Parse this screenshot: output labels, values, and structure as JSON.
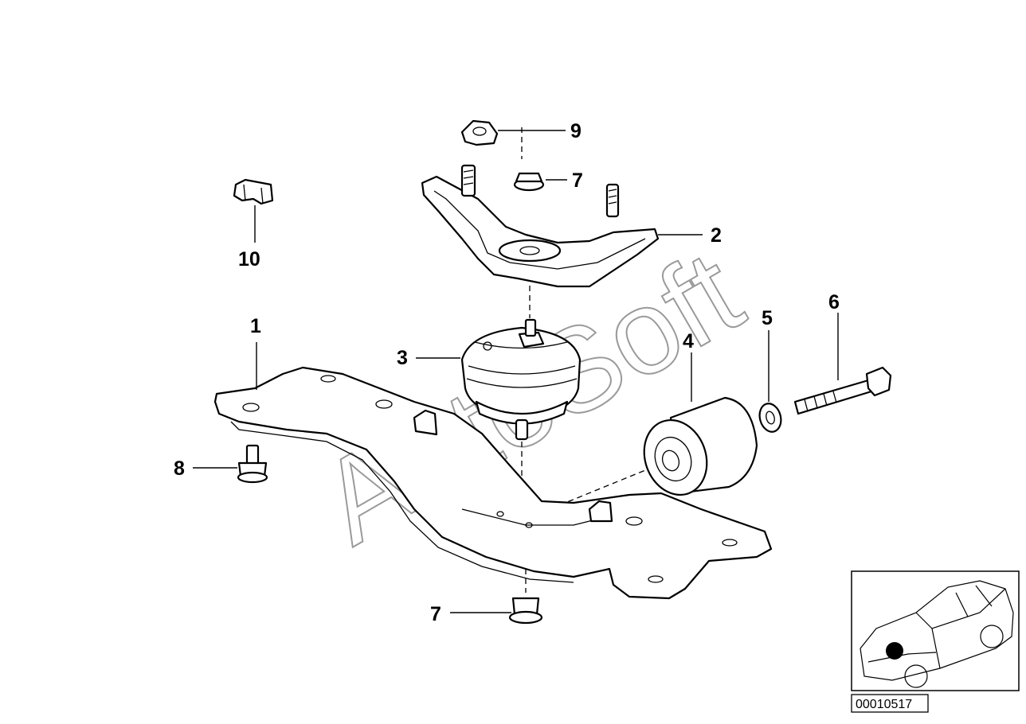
{
  "watermark": "AutoSoft",
  "callouts": [
    "1",
    "2",
    "3",
    "4",
    "5",
    "6",
    "7",
    "7",
    "8",
    "9",
    "10"
  ],
  "reference_number": "00010517"
}
